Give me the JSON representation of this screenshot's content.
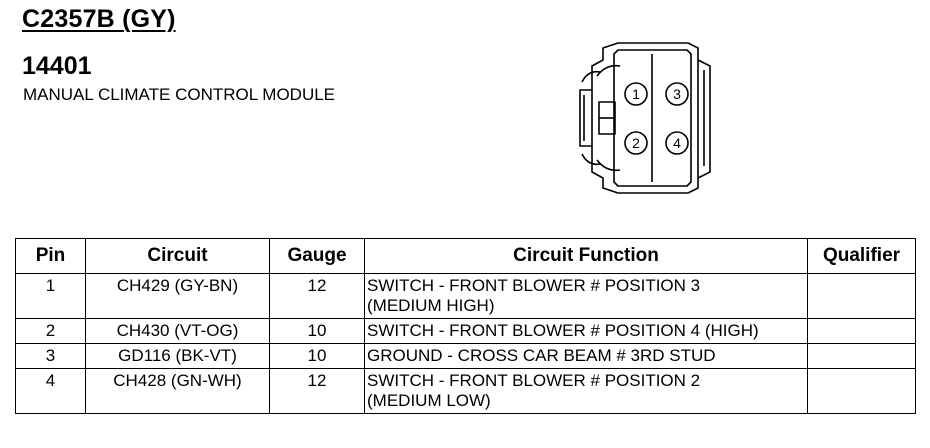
{
  "header": {
    "connector_id": "C2357B (GY)",
    "part_number": "14401",
    "module_name": "MANUAL CLIMATE CONTROL MODULE"
  },
  "connector": {
    "pin_labels": [
      "1",
      "2",
      "3",
      "4"
    ]
  },
  "table": {
    "columns": [
      "Pin",
      "Circuit",
      "Gauge",
      "Circuit Function",
      "Qualifier"
    ],
    "rows": [
      {
        "pin": "1",
        "circuit": "CH429 (GY-BN)",
        "gauge": "12",
        "function_line1": "SWITCH - FRONT BLOWER # POSITION 3",
        "function_line2": "(MEDIUM HIGH)",
        "qualifier": ""
      },
      {
        "pin": "2",
        "circuit": "CH430 (VT-OG)",
        "gauge": "10",
        "function_line1": "SWITCH - FRONT BLOWER # POSITION 4 (HIGH)",
        "function_line2": "",
        "qualifier": ""
      },
      {
        "pin": "3",
        "circuit": "GD116 (BK-VT)",
        "gauge": "10",
        "function_line1": "GROUND - CROSS CAR BEAM # 3RD STUD",
        "function_line2": "",
        "qualifier": ""
      },
      {
        "pin": "4",
        "circuit": "CH428 (GN-WH)",
        "gauge": "12",
        "function_line1": "SWITCH - FRONT BLOWER # POSITION 2",
        "function_line2": "(MEDIUM LOW)",
        "qualifier": ""
      }
    ]
  }
}
